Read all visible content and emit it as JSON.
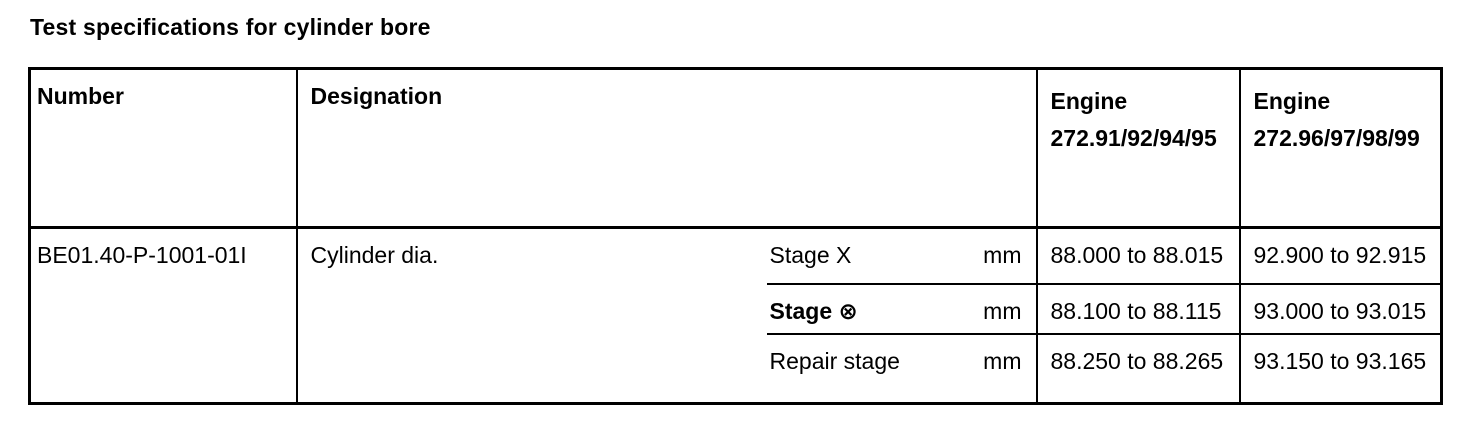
{
  "page": {
    "title": "Test specifications for cylinder bore"
  },
  "table": {
    "headers": {
      "number": "Number",
      "designation": "Designation",
      "engine_a": {
        "line1": "Engine",
        "line2": "272.91/92/94/95"
      },
      "engine_b": {
        "line1": "Engine",
        "line2": "272.96/97/98/99"
      }
    },
    "row": {
      "number": "BE01.40-P-1001-01I",
      "designation": "Cylinder dia.",
      "stages": [
        {
          "label": "Stage X",
          "unit": "mm",
          "engine_a": "88.000 to 88.015",
          "engine_b": "92.900 to 92.915"
        },
        {
          "label": "Stage ⊗",
          "unit": "mm",
          "engine_a": "88.100 to 88.115",
          "engine_b": "93.000 to 93.015"
        },
        {
          "label": "Repair stage",
          "unit": "mm",
          "engine_a": "88.250 to 88.265",
          "engine_b": "93.150 to 93.165"
        }
      ]
    }
  }
}
